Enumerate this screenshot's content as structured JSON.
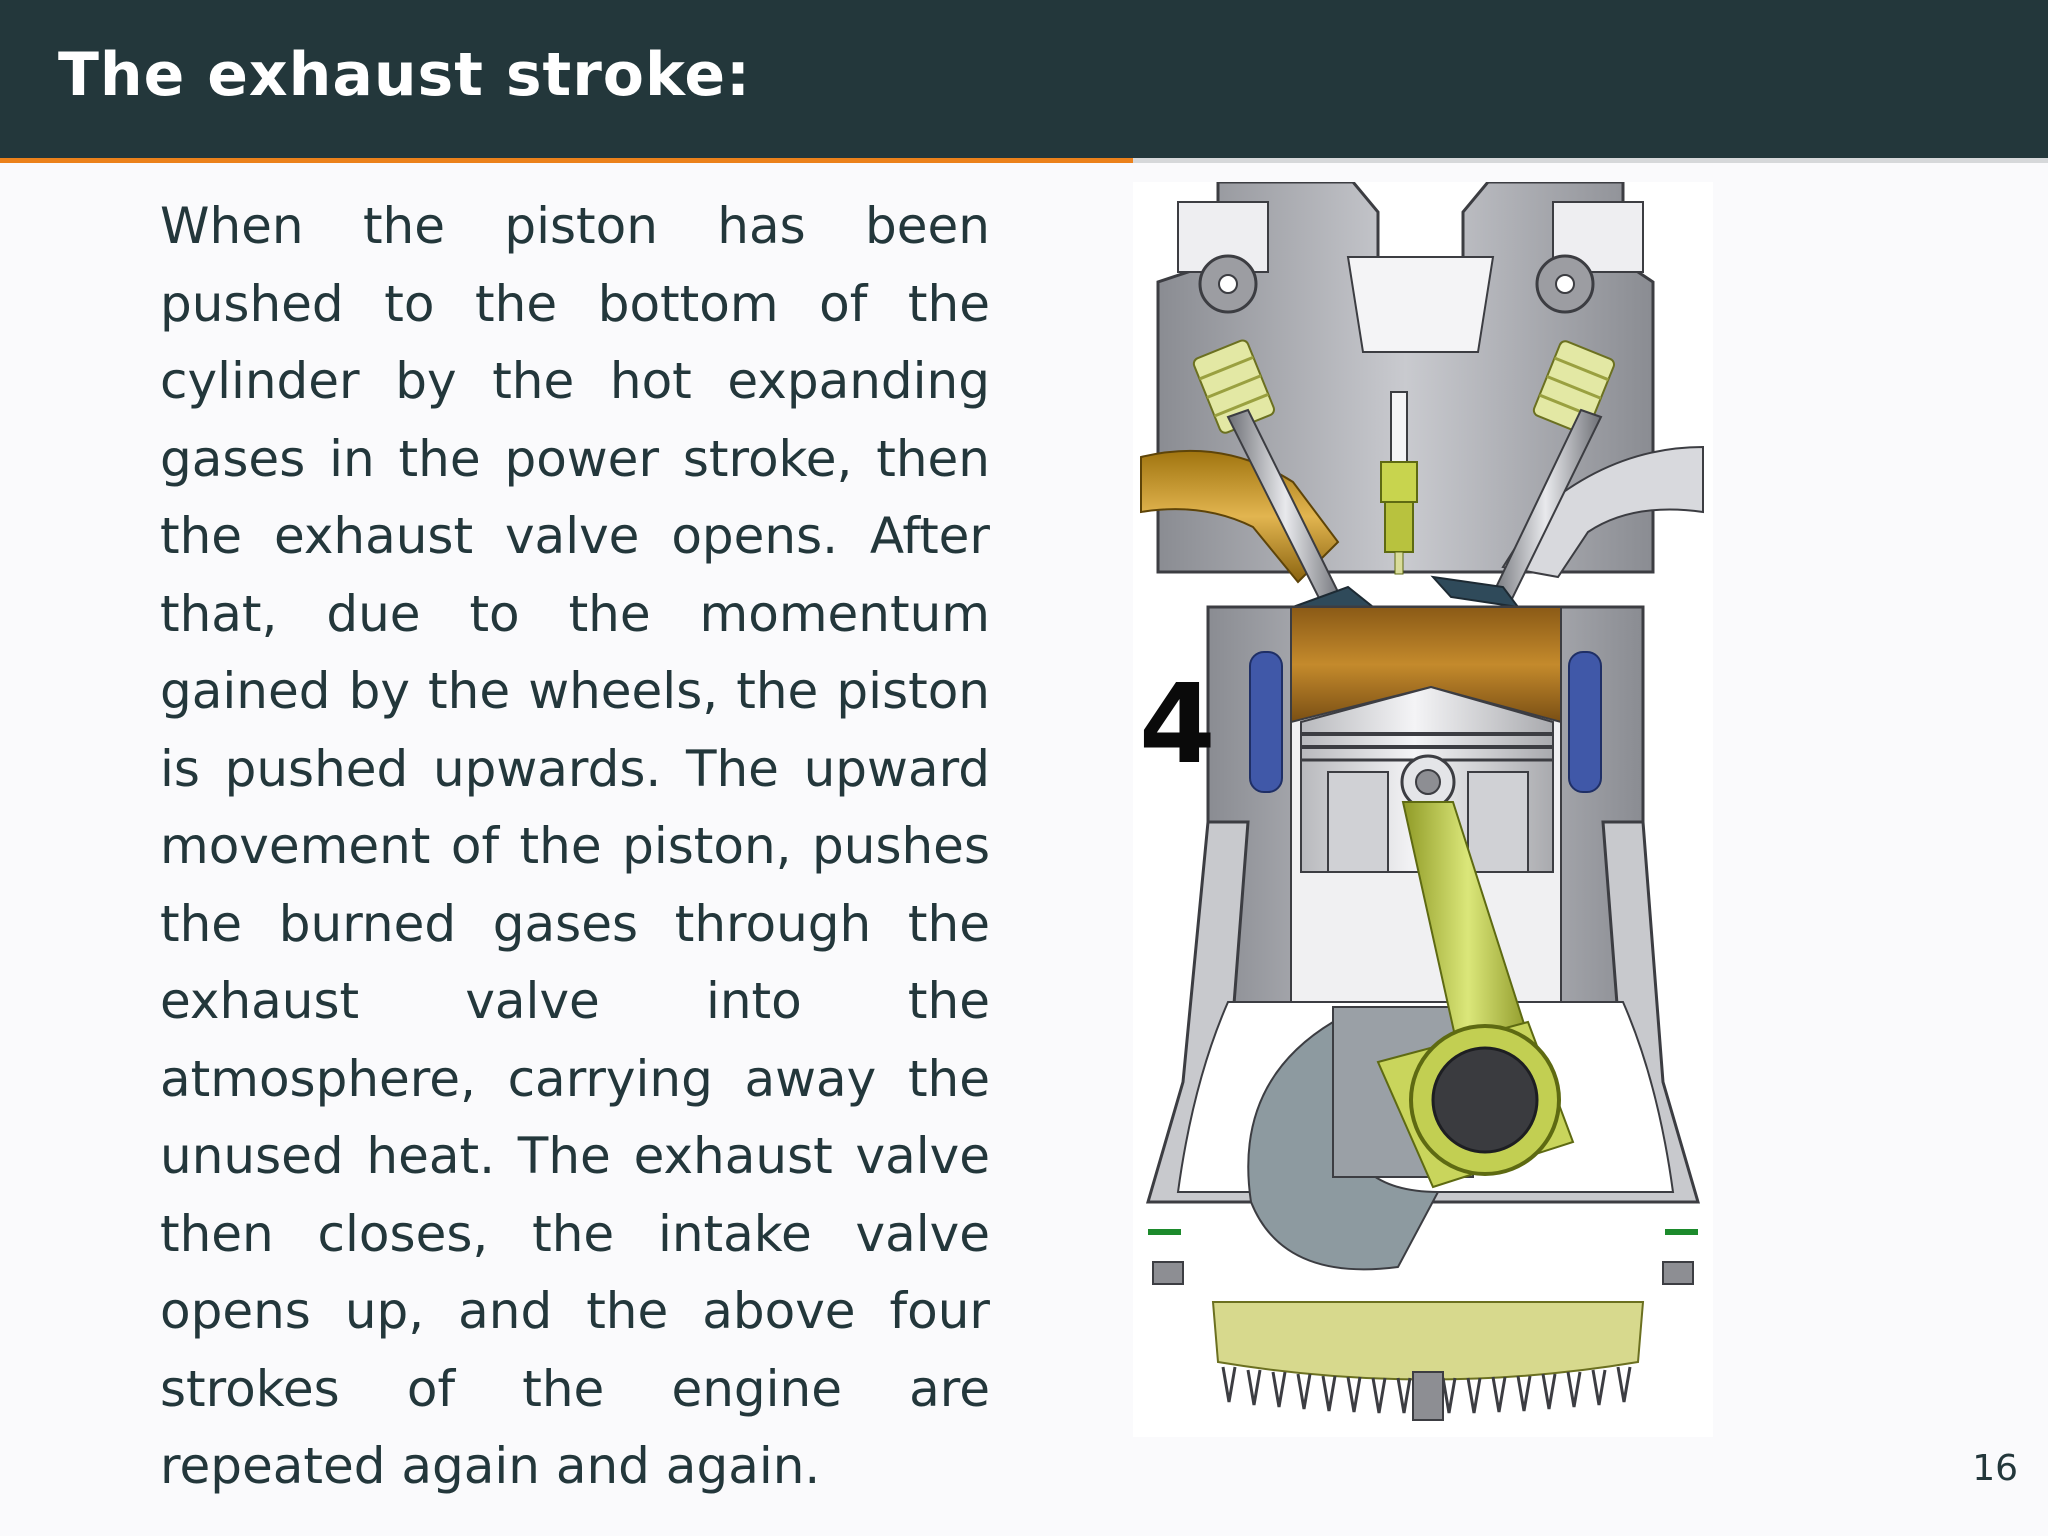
{
  "slide": {
    "title": "The exhaust stroke:",
    "body": "When the piston has been pushed to the bottom of the cylinder by the hot expanding gases in the power stroke, then the exhaust valve opens.  After that, due to the momentum gained by the wheels, the piston is pushed up­wards.  The upward movement of the piston, pushes the burned gases through the exhaust valve into the atmosphere, carrying away the un­used heat.  The exhaust valve then closes, the intake valve opens up, and the above four strokes of the engine are repeated again and again.",
    "page_number": "16",
    "progress_fraction": 0.553
  },
  "figure": {
    "stroke_label": "4",
    "icon": "four-stroke-engine-cutaway-illustration"
  },
  "colors": {
    "header_bg": "#23373b",
    "accent": "#eb811b",
    "background": "#fafafc",
    "text": "#23373b"
  }
}
